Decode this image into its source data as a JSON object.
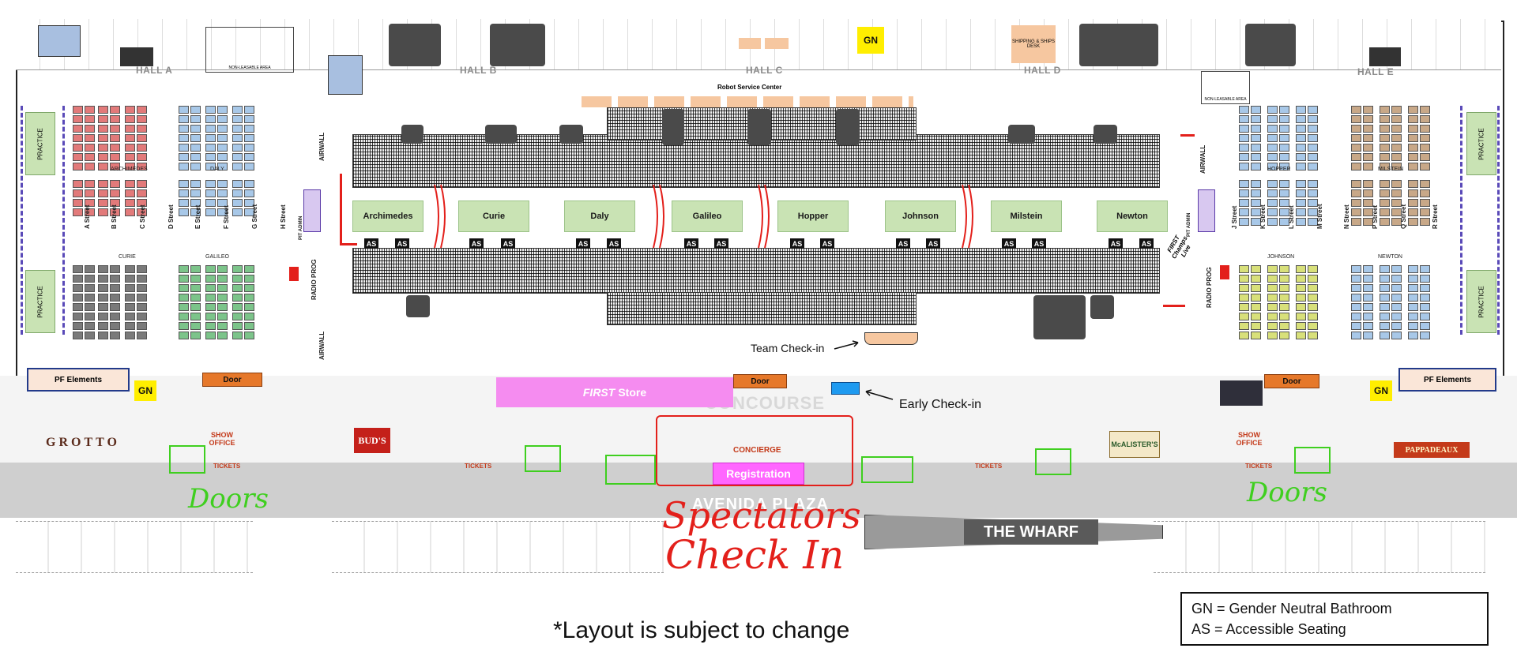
{
  "halls": [
    "HALL A",
    "HALL B",
    "HALL C",
    "HALL D",
    "HALL E"
  ],
  "top_labels": {
    "robot_service_center": "Robot Service Center",
    "non_leasable_left": "NON-LEASABLE AREA",
    "non_leasable_right": "NON-LEASABLE AREA",
    "gn_top": "GN",
    "shipping_desk": "SHIPPING & SHIPS DESK"
  },
  "fields": [
    "Archimedes",
    "Curie",
    "Daly",
    "Galileo",
    "Hopper",
    "Johnson",
    "Milstein",
    "Newton"
  ],
  "accessible_seating_tag": "AS",
  "pit_divisions": {
    "archimedes": "ARCHIMEDES",
    "daly": "DALY",
    "curie": "CURIE",
    "galileo": "GALILEO",
    "hopper": "HOPPER",
    "milstein": "MILSTEIN",
    "johnson": "JOHNSON",
    "newton": "NEWTON"
  },
  "streets_left": [
    "A Street",
    "B Street",
    "C Street",
    "D Street",
    "E Street",
    "F Street",
    "G Street",
    "H Street"
  ],
  "streets_right": [
    "J Street",
    "K Street",
    "L Street",
    "M Street",
    "N Street",
    "P Street",
    "Q Street",
    "R Street"
  ],
  "practice_label": "PRACTICE",
  "side_labels": {
    "airwall": "AIRWALL",
    "radio_prog": "RADIO PROG",
    "pit_admin": "PIT ADMIN",
    "first_champs_live": "FIRST Champs Live"
  },
  "team_check_in": "Team Check-in",
  "early_check_in": "Early Check-in",
  "first_store": "Store",
  "first_store_brand": "FIRST",
  "concourse": "CONCOURSE",
  "concierge": "CONCIERGE",
  "registration": "Registration",
  "door_label": "Door",
  "gn_label": "GN",
  "pf_elements": "PF Elements",
  "vendors": {
    "grotto": "GROTTO",
    "show_office": "SHOW OFFICE",
    "buds": "BUD'S",
    "tickets": "TICKETS",
    "mcalisters": "McALISTER'S",
    "pappadeaux": "PAPPADEAUX"
  },
  "avenida_plaza": "AVENIDA PLAZA",
  "the_wharf": "THE WHARF",
  "handwritten": {
    "doors_left": "Doors",
    "doors_right": "Doors",
    "spectators": "Spectators",
    "check_in": "Check In"
  },
  "footer_note": "*Layout is subject to change",
  "legend": {
    "gn": "GN = Gender Neutral Bathroom",
    "as": "AS = Accessible Seating"
  },
  "colors": {
    "field_green": "#c9e3b4",
    "store_pink": "#f58cf0",
    "registration_pink": "#ff66ff",
    "door_orange": "#e6782a",
    "gn_yellow": "#ffee00",
    "handwriting_green": "#3fcf1f",
    "handwriting_red": "#e3201b",
    "early_checkin_blue": "#1e9af0"
  }
}
